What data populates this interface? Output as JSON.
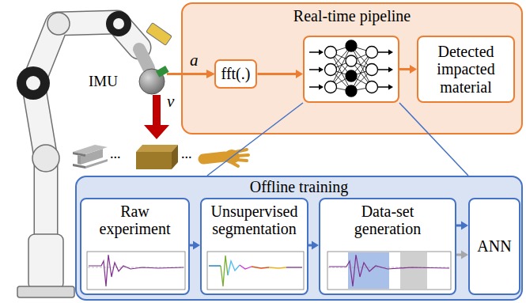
{
  "diagram": {
    "nodes": [
      {
        "text": [
          "Real-time pipeline"
        ]
      },
      {
        "text": [
          "fft(.)"
        ],
        "in": 0
      },
      {
        "text": [],
        "in": 0
      },
      {
        "text": [
          "Detected impacted material"
        ],
        "in": 0
      },
      {
        "text": [
          "Offline training"
        ]
      },
      {
        "text": [
          "Raw experiment"
        ],
        "in": 4
      },
      {
        "text": [
          "Unsupervised segmentation"
        ],
        "in": 4
      },
      {
        "text": [
          "Data-set generation"
        ],
        "in": 4
      },
      {
        "text": [
          "ANN"
        ],
        "in": 4
      }
    ],
    "edges": [
      {
        "from": 1,
        "to": 2,
        "arrow": "to"
      },
      {
        "from": 2,
        "to": 3,
        "arrow": "to"
      },
      {
        "from": 5,
        "to": 6,
        "arrow": "to"
      },
      {
        "from": 6,
        "to": 7,
        "arrow": "to"
      },
      {
        "from": 7,
        "to": 8,
        "arrow": "to"
      },
      {
        "from": 7,
        "to": 8,
        "arrow": "to"
      },
      {
        "from": 2,
        "to": 4,
        "arrow": "none"
      },
      {
        "from": 2,
        "to": 4,
        "arrow": "none"
      }
    ],
    "labels": [
      "IMU",
      "a",
      "v",
      "...",
      "..."
    ]
  }
}
